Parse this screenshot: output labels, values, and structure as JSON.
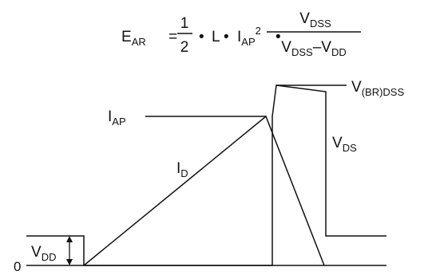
{
  "formula": {
    "lhs_main": "E",
    "lhs_sub": "AR",
    "equals": "=",
    "half_num": "1",
    "half_den": "2",
    "bullet": "•",
    "L": "L",
    "iap_main": "I",
    "iap_sub": "AP",
    "iap_sup": "2",
    "frac_num_main": "V",
    "frac_num_sub": "DSS",
    "frac_den_v1_main": "V",
    "frac_den_v1_sub": "DSS",
    "frac_den_minus": "–",
    "frac_den_v2_main": "V",
    "frac_den_v2_sub": "DD"
  },
  "labels": {
    "vbr_main": "V",
    "vbr_sub": "(BR)DSS",
    "iap_main": "I",
    "iap_sub": "AP",
    "id_main": "I",
    "id_sub": "D",
    "vds_main": "V",
    "vds_sub": "DS",
    "vdd_main": "V",
    "vdd_sub": "DD",
    "zero": "0"
  },
  "colors": {
    "line": "#111111",
    "background": "#ffffff"
  }
}
